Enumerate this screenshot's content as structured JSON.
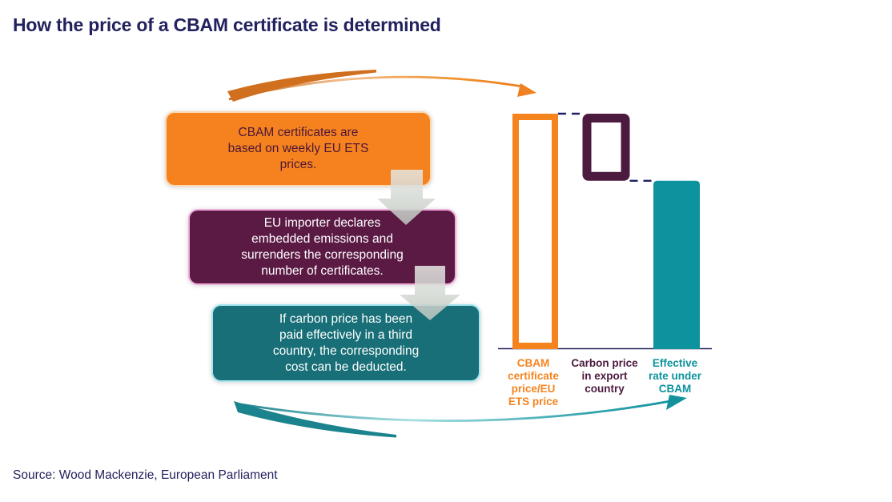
{
  "title": {
    "text": "How the price of a CBAM certificate is determined",
    "color": "#22215E"
  },
  "source": {
    "text": "Source: Wood Mackenzie, European Parliament",
    "color": "#22215E"
  },
  "flow_boxes": [
    {
      "text": "CBAM certificates are\nbased on weekly EU ETS\nprices.",
      "fill": "#F5821F",
      "border": "#FBD8B2",
      "text_color": "#4D1738"
    },
    {
      "text": "EU importer declares\nembedded emissions and\nsurrenders the corresponding\nnumber of certificates.",
      "fill": "#5B1A44",
      "border": "#F2ACDC",
      "text_color": "#FFFFFF"
    },
    {
      "text": "If carbon price has been\npaid effectively in a third\ncountry, the corresponding\ncost can be deducted.",
      "fill": "#186F77",
      "border": "#A6E6F0",
      "text_color": "#FFFFFF"
    }
  ],
  "connectors": {
    "down_arrow_color": "#D5D8D3",
    "count": 2
  },
  "decor": {
    "top_arc_color": "#E8791F",
    "bottom_arc_color": "#13929D"
  },
  "chart_data": {
    "type": "bar",
    "note": "Conceptual chart, no numeric axis; heights relative to CBAM certificate price = 100",
    "bars": [
      {
        "label": "CBAM\ncertificate\nprice/EU\nETS price",
        "color": "#F5841F",
        "style": "outline",
        "from": 0,
        "to": 100
      },
      {
        "label": "Carbon price\nin export\ncountry",
        "color": "#4C1A3F",
        "style": "outline",
        "from": 71.5,
        "to": 100
      },
      {
        "label": "Effective\nrate under\nCBAM",
        "color": "#0D939D",
        "style": "solid",
        "from": 0,
        "to": 71.5
      }
    ],
    "axis": {
      "baseline_visible": true,
      "baseline_color": "#22215E",
      "dashed_connector_color": "#1D2063",
      "legend": "none",
      "grid": "off"
    }
  }
}
